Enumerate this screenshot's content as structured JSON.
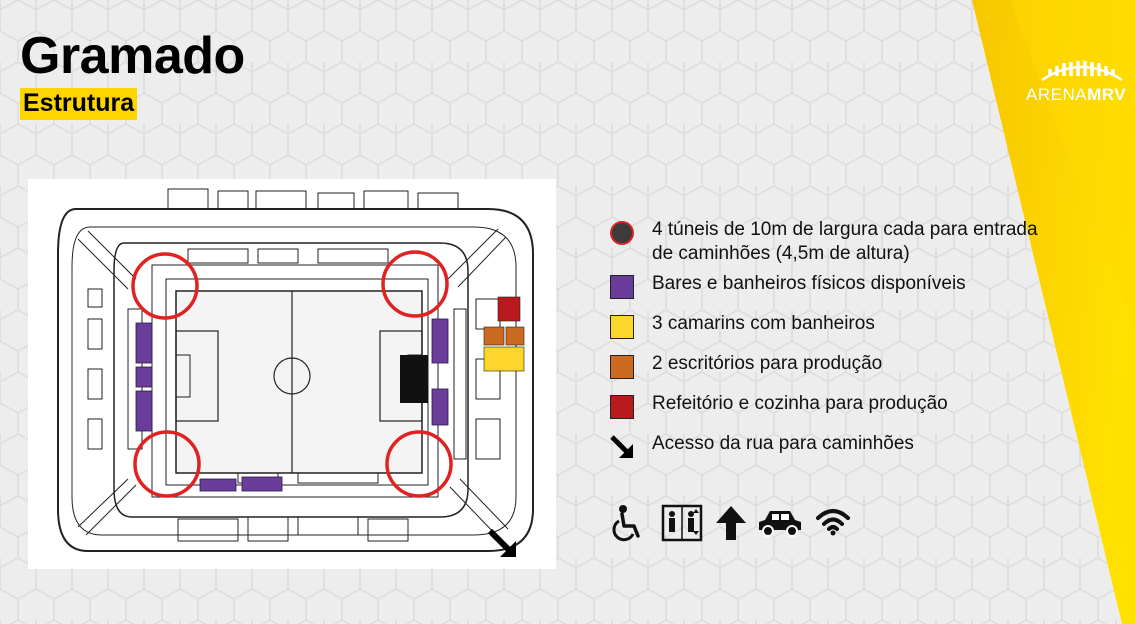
{
  "header": {
    "title": "Gramado",
    "subtitle": "Estrutura"
  },
  "logo": {
    "text_light": "ARENA",
    "text_bold": "MRV"
  },
  "legend": [
    {
      "swatch": "red-ring-circle",
      "color": "#3b3b3b",
      "label": "4 túneis de 10m de largura cada para entrada de caminhões (4,5m de altura)"
    },
    {
      "swatch": "square",
      "color": "#6a3d9a",
      "label": "Bares e banheiros físicos disponíveis"
    },
    {
      "swatch": "square",
      "color": "#fcd62a",
      "label": "3 camarins com banheiros"
    },
    {
      "swatch": "square",
      "color": "#cc6a22",
      "label": "2 escritórios para produção"
    },
    {
      "swatch": "square",
      "color": "#b81a1e",
      "label": "Refeitório e cozinha para produção"
    },
    {
      "swatch": "diagonal-arrow-icon",
      "color": "#000000",
      "label": "Acesso da rua para caminhões"
    }
  ],
  "amenity_icons": [
    "wheelchair-icon",
    "elevator-icon",
    "arrow-up-icon",
    "car-icon",
    "wifi-icon"
  ],
  "colors": {
    "accent_yellow": "#ffd500",
    "tunnel_ring": "#e02222",
    "bars": "#6a3d9a",
    "dressing_rooms": "#fcd62a",
    "offices": "#cc6a22",
    "cafeteria": "#b81a1e"
  }
}
